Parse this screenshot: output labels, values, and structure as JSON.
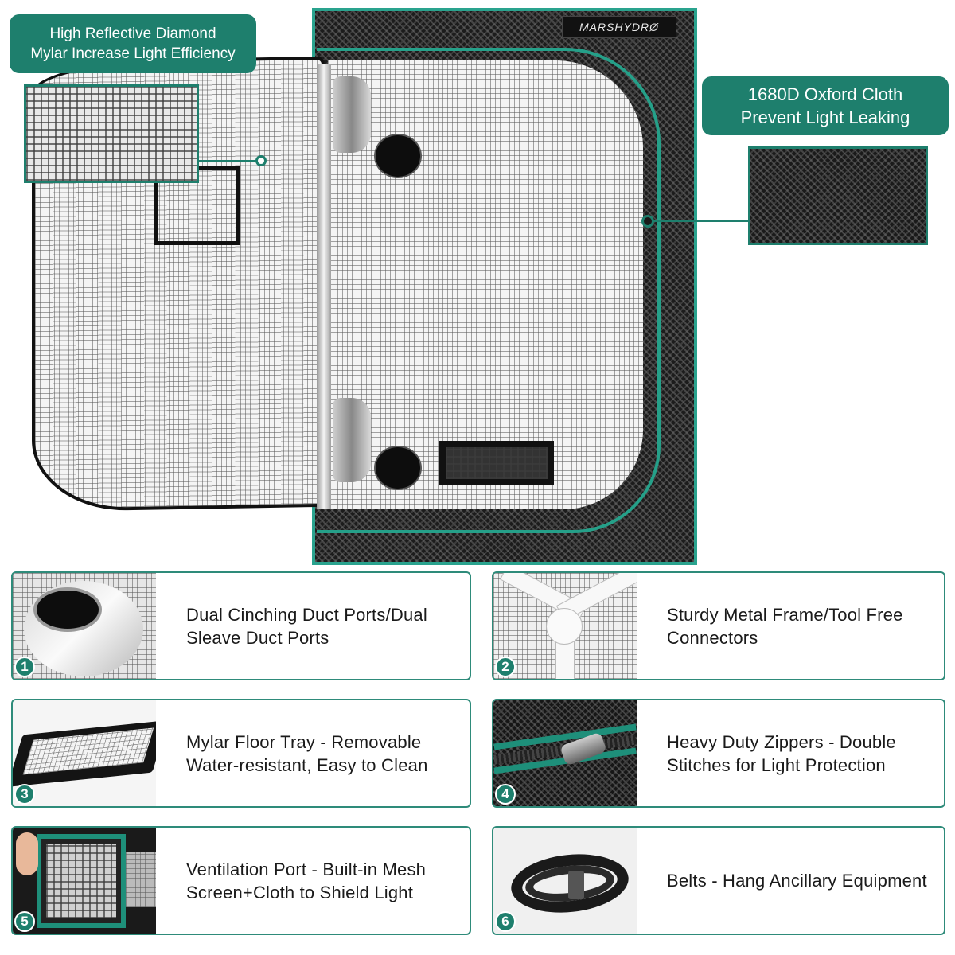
{
  "brand": {
    "logo_text": "MARSHYDRØ"
  },
  "callouts": {
    "mylar": {
      "line1": "High Reflective Diamond",
      "line2": "Mylar Increase Light Efficiency"
    },
    "oxford": {
      "line1": "1680D Oxford Cloth",
      "line2": "Prevent Light Leaking"
    }
  },
  "features": [
    {
      "number": "1",
      "text": "Dual Cinching Duct Ports/Dual Sleave Duct Ports",
      "icon": "duct-port-photo"
    },
    {
      "number": "2",
      "text": "Sturdy Metal Frame/Tool Free Connectors",
      "icon": "frame-connector-photo"
    },
    {
      "number": "3",
      "text": "Mylar Floor Tray - Removable Water-resistant, Easy to Clean",
      "icon": "floor-tray-photo"
    },
    {
      "number": "4",
      "text": "Heavy Duty Zippers - Double Stitches for Light Protection",
      "icon": "zipper-photo"
    },
    {
      "number": "5",
      "text": "Ventilation Port - Built-in Mesh Screen+Cloth to Shield Light",
      "icon": "vent-port-photo"
    },
    {
      "number": "6",
      "text": "Belts - Hang Ancillary Equipment",
      "icon": "belts-photo"
    }
  ],
  "colors": {
    "accent": "#1e7f6d",
    "border": "#2e8b7a",
    "tent_black": "#1a1a1a"
  }
}
